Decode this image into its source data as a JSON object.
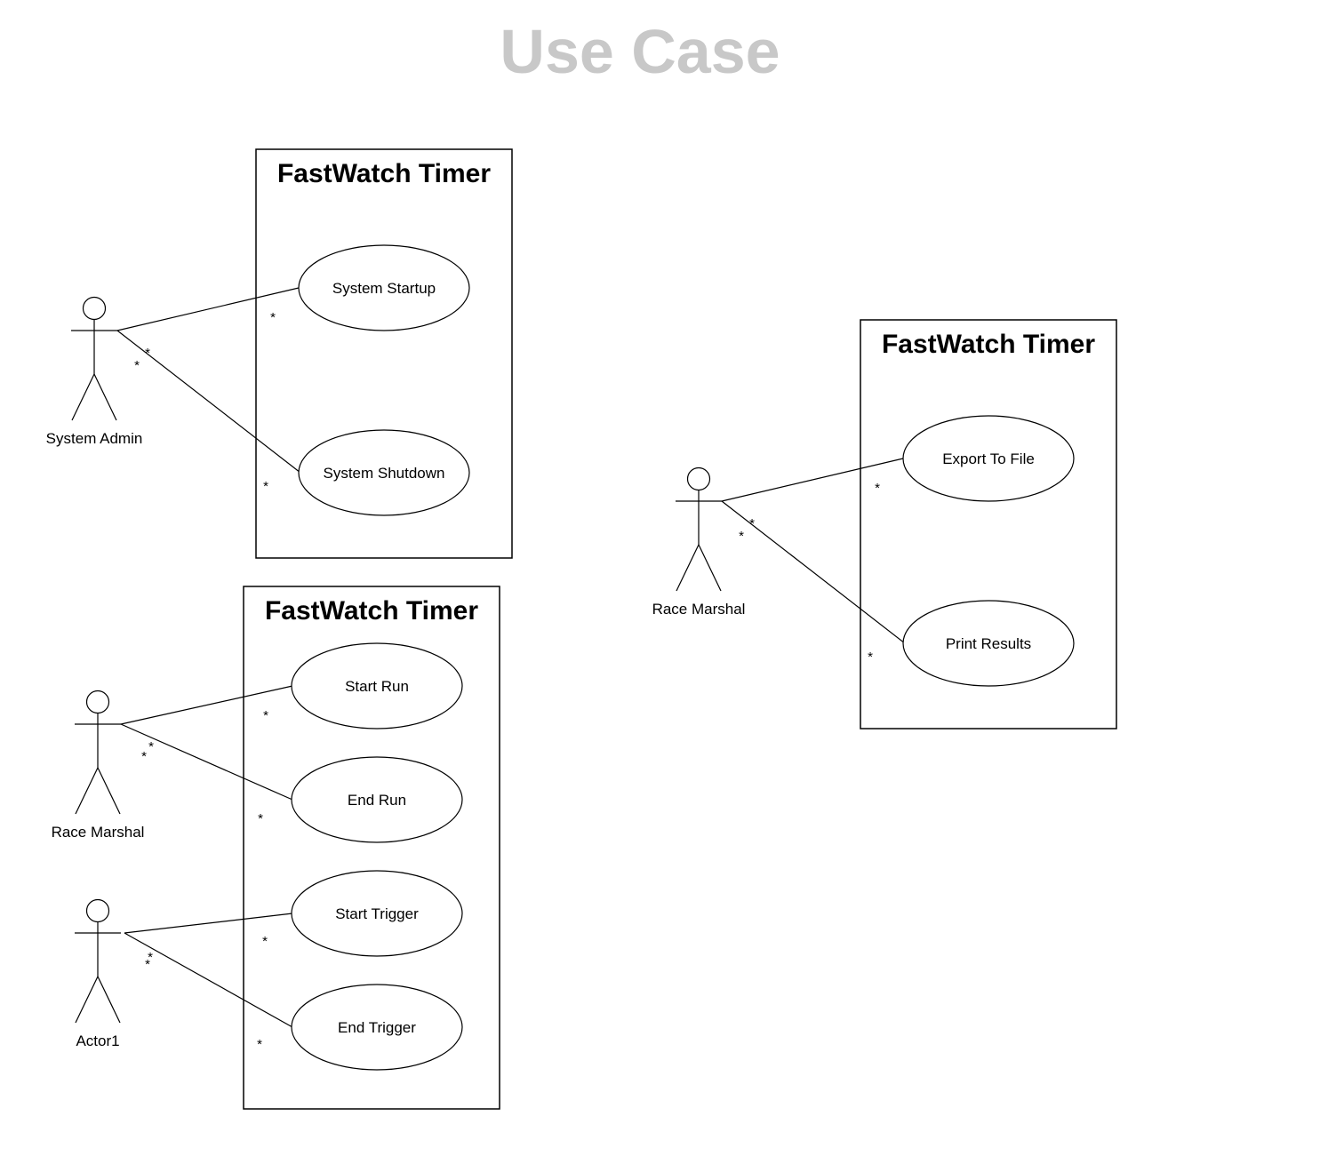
{
  "diagram": {
    "title": "Use Case",
    "title_color": "#c8c8c8",
    "line_color": "#000000",
    "boundaries": [
      {
        "id": "b1",
        "title": "FastWatch Timer"
      },
      {
        "id": "b2",
        "title": "FastWatch Timer"
      },
      {
        "id": "b3",
        "title": "FastWatch Timer"
      }
    ],
    "usecases": [
      {
        "id": "uc1",
        "label": "System Startup"
      },
      {
        "id": "uc2",
        "label": "System Shutdown"
      },
      {
        "id": "uc3",
        "label": "Start Run"
      },
      {
        "id": "uc4",
        "label": "End Run"
      },
      {
        "id": "uc5",
        "label": "Start Trigger"
      },
      {
        "id": "uc6",
        "label": "End Trigger"
      },
      {
        "id": "uc7",
        "label": "Export To File"
      },
      {
        "id": "uc8",
        "label": "Print Results"
      }
    ],
    "actors": [
      {
        "id": "a1",
        "label": "System Admin"
      },
      {
        "id": "a2",
        "label": "Race Marshal"
      },
      {
        "id": "a3",
        "label": "Actor1"
      },
      {
        "id": "a4",
        "label": "Race Marshal"
      }
    ],
    "associations": [
      {
        "from": "a1",
        "to": "uc1",
        "from_mult": "*",
        "to_mult": "*"
      },
      {
        "from": "a1",
        "to": "uc2",
        "from_mult": "*",
        "to_mult": "*"
      },
      {
        "from": "a2",
        "to": "uc3",
        "from_mult": "*",
        "to_mult": "*"
      },
      {
        "from": "a2",
        "to": "uc4",
        "from_mult": "*",
        "to_mult": "*"
      },
      {
        "from": "a3",
        "to": "uc5",
        "from_mult": "*",
        "to_mult": "*"
      },
      {
        "from": "a3",
        "to": "uc6",
        "from_mult": "*",
        "to_mult": "*"
      },
      {
        "from": "a4",
        "to": "uc7",
        "from_mult": "*",
        "to_mult": "*"
      },
      {
        "from": "a4",
        "to": "uc8",
        "from_mult": "*",
        "to_mult": "*"
      }
    ]
  }
}
